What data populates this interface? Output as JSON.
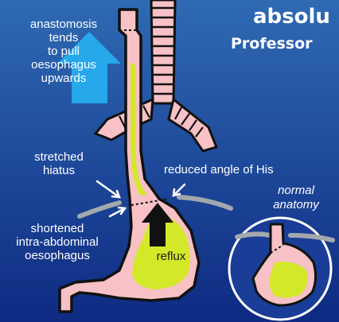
{
  "header": {
    "title_fragment": "absolu",
    "subtitle_fragment": "Professor"
  },
  "labels": {
    "anastomosis": [
      "anastomosis",
      "tends",
      "to pull",
      "oesophagus",
      "upwards"
    ],
    "stretched_hiatus": [
      "stretched",
      "hiatus"
    ],
    "reduced_angle": "reduced angle of His",
    "normal_anatomy": [
      "normal",
      "anatomy"
    ],
    "shortened": [
      "shortened",
      "intra-abdominal",
      "oesophagus"
    ],
    "reflux": "reflux"
  },
  "colors": {
    "background_top": "#2f6ab3",
    "background_bottom": "#0e2a82",
    "tissue_pink": "#f7c1c5",
    "tissue_outline": "#111111",
    "gastric_content": "#d4e82a",
    "diaphragm_grey": "#a3a8ad",
    "arrow_blue": "#27a8ea",
    "arrow_black": "#111111"
  },
  "icons": {
    "upward_arrow": "arrow-up-icon",
    "reflux_arrow": "arrow-up-icon"
  }
}
